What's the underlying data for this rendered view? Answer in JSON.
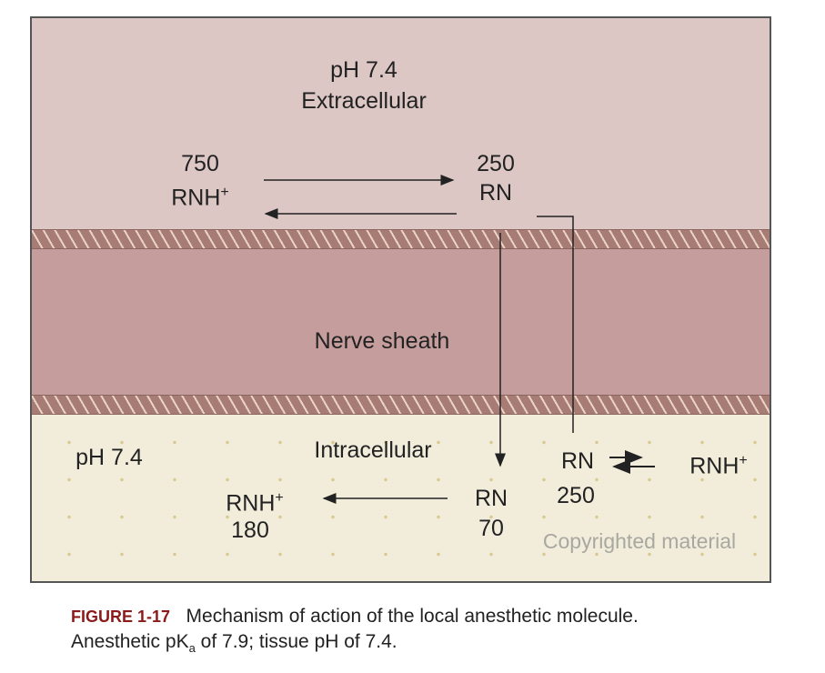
{
  "extracellular": {
    "ph": "pH 7.4",
    "label": "Extracellular",
    "left_value": "750",
    "left_species": "RNH",
    "right_value": "250",
    "right_species": "RN"
  },
  "sheath": {
    "label": "Nerve sheath"
  },
  "intracellular": {
    "ph": "pH 7.4",
    "label": "Intracellular",
    "rnh_species": "RNH",
    "rnh_value": "180",
    "rn_species": "RN",
    "rn_value": "70",
    "eq_left": "RN",
    "eq_right": "RNH",
    "eq_value": "250"
  },
  "plus": "+",
  "watermark": "Copyrighted material",
  "caption": {
    "figure": "FIGURE 1-17",
    "text": "Mechanism of action of the local anesthetic molecule.",
    "line2_a": "Anesthetic pK",
    "line2_sub": "a",
    "line2_b": " of 7.9; tissue pH of 7.4."
  }
}
